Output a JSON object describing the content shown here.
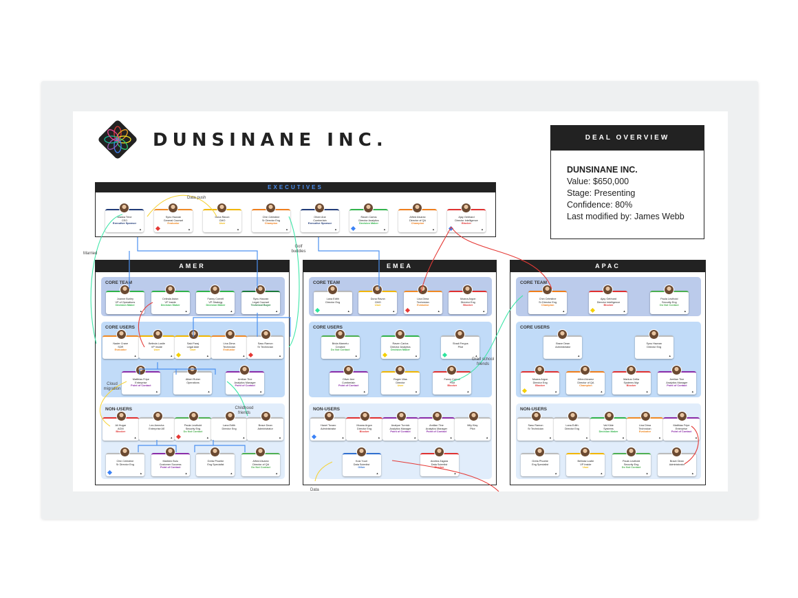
{
  "brand": {
    "name": "DUNSINANE INC."
  },
  "deal": {
    "header": "DEAL OVERVIEW",
    "company": "DUNSINANE INC.",
    "value": "Value: $650,000",
    "stage": "Stage: Presenting",
    "confidence": "Confidence: 80%",
    "modified": "Last modified by: James Webb"
  },
  "roles": {
    "Executive Sponsor": "#1f3a78",
    "Evaluator": "#f08a24",
    "User": "#f2b600",
    "Champion": "#f07d1a",
    "Decision Maker": "#2fb34a",
    "Blocker": "#e0302f",
    "Technical Buyer": "#1c7a3a",
    "Point of Contact": "#8a2ba8",
    "Do Not Contact": "#4caf50",
    "Other": "#2f6fd0",
    "": "#bbbbbb"
  },
  "markers": {
    "red": "#e53935",
    "blue": "#3b82f6",
    "yellow": "#f5d000",
    "green": "#2ee59d"
  },
  "executives": {
    "title": "EXECUTIVES",
    "cards": [
      {
        "name": "Alaska Trine",
        "title": "CEO",
        "role": "Executive Sponsor"
      },
      {
        "name": "Synu Hazzan",
        "title": "General Counsel",
        "role": "Evaluator",
        "marker": "red"
      },
      {
        "name": "Dona Ravon",
        "title": "CMO",
        "role": "User"
      },
      {
        "name": "Chin Celestine",
        "title": "Sr Director Eng",
        "role": "Champion"
      },
      {
        "name": "Oliver Ane",
        "title": "Cumberlain",
        "role": "Executive Sponsor"
      },
      {
        "name": "Raven Carlos",
        "title": "Director Analytics",
        "role": "Decision Maker",
        "marker": "blue"
      },
      {
        "name": "Alfred Alvarez",
        "title": "Director of QA",
        "role": "Champion"
      },
      {
        "name": "Ajay Gebhard",
        "title": "Director Intelligence",
        "role": "Blocker",
        "marker": "blue"
      }
    ]
  },
  "regions": [
    {
      "title": "AMER",
      "sections": [
        {
          "title": "CORE TEAM",
          "rows": [
            [
              {
                "name": "Joanne Burley",
                "title": "VP of Operations",
                "role": "Decision Maker"
              },
              {
                "name": "Celinda Aston",
                "title": "VP Inside",
                "role": "Decision Maker"
              },
              {
                "name": "Fanny Cornell",
                "title": "VP Strategy",
                "role": "Decision Maker"
              },
              {
                "name": "Synu Hazzan",
                "title": "Legal Counsel",
                "role": "Technical Buyer"
              }
            ]
          ]
        },
        {
          "title": "CORE USERS",
          "rows": [
            [
              {
                "name": "Nader Crane",
                "title": "SDR",
                "role": "Evaluator"
              },
              {
                "name": "Belinda Lustle",
                "title": "VP Inside",
                "role": "User"
              },
              {
                "name": "Said Faraj",
                "title": "Legal Aide",
                "role": "User",
                "marker": "yellow"
              },
              {
                "name": "Lina Dima",
                "title": "Technician",
                "role": "Evaluator"
              },
              {
                "name": "Sasu Ramon",
                "title": "Sr Technician",
                "role": "",
                "marker": "red"
              }
            ],
            [
              {
                "name": "Matthias Fripe",
                "title": "Enterprise",
                "role": "Point of Contact"
              },
              {
                "name": "Albert Ruher",
                "title": "Operations",
                "role": ""
              },
              {
                "name": "Amilian Tine",
                "title": "Analytics Manager",
                "role": "Point of Contact"
              }
            ]
          ]
        },
        {
          "title": "NON-USERS",
          "rows": [
            [
              {
                "name": "Ali Hugar",
                "title": "AGM",
                "role": "Blocker"
              },
              {
                "name": "Leo Amecha",
                "title": "Enterprise AE",
                "role": ""
              },
              {
                "name": "Paula Leuthold",
                "title": "Security Eng",
                "role": "Do Not Contact",
                "marker": "red"
              },
              {
                "name": "Lana Edith",
                "title": "Director Eng",
                "role": ""
              },
              {
                "name": "Brave Dean",
                "title": "Administrator",
                "role": ""
              }
            ],
            [
              {
                "name": "Chin Celestine",
                "title": "Sr Director Eng",
                "role": "",
                "marker": "blue"
              },
              {
                "name": "Marleen Bulu",
                "title": "Customer Success",
                "role": "Point of Contact"
              },
              {
                "name": "Greta Phoebe",
                "title": "Eng Specialist",
                "role": ""
              },
              {
                "name": "Alfred Alvarez",
                "title": "Director of QA",
                "role": "Do Not Contact"
              }
            ]
          ]
        }
      ]
    },
    {
      "title": "EMEA",
      "sections": [
        {
          "title": "CORE TEAM",
          "rows": [
            [
              {
                "name": "Lana Edith",
                "title": "Director Eng",
                "role": "",
                "marker": "green"
              },
              {
                "name": "Dona Ravon",
                "title": "CMO",
                "role": "User"
              },
              {
                "name": "Lina Dima",
                "title": "Technician",
                "role": "Evaluator",
                "marker": "red"
              },
              {
                "name": "Moana Argon",
                "title": "Director Eng",
                "role": "Blocker"
              }
            ]
          ]
        },
        {
          "title": "CORE USERS",
          "rows": [
            [
              {
                "name": "Brida Marnetu",
                "title": "Creative",
                "role": "Do Not Contact"
              },
              {
                "name": "Raven Carlos",
                "title": "Director Analytics",
                "role": "Decision Maker",
                "marker": "yellow"
              },
              {
                "name": "Shadi Fergus",
                "title": "Pilot",
                "role": "",
                "marker": "green"
              }
            ],
            [
              {
                "name": "Oliver Ane",
                "title": "Cumberlain",
                "role": "Point of Contact"
              },
              {
                "name": "Rugen Was",
                "title": "Director",
                "role": "User"
              },
              {
                "name": "Fanny Cornell",
                "title": "Pilot",
                "role": "Blocker"
              }
            ]
          ]
        },
        {
          "title": "NON-USERS",
          "rows": [
            [
              {
                "name": "Hanel Tovaro",
                "title": "Administrator",
                "role": "",
                "marker": "blue"
              },
              {
                "name": "Moana Argon",
                "title": "Director Eng",
                "role": "Blocker"
              },
              {
                "name": "Analyse Turnick",
                "title": "Analytics Manager",
                "role": "Point of Contact"
              },
              {
                "name": "Amilian Tine",
                "title": "Analytics Manager",
                "role": "Point of Contact"
              },
              {
                "name": "Mily Klay",
                "title": "Pilot",
                "role": ""
              }
            ],
            [
              {
                "name": "Kosi Yuuri",
                "title": "Data Scientist",
                "role": "Other"
              },
              {
                "name": "Andrea Zagara",
                "title": "Data Scientist",
                "role": "Blocker"
              }
            ]
          ]
        }
      ]
    },
    {
      "title": "APAC",
      "sections": [
        {
          "title": "CORE TEAM",
          "rows": [
            [
              {
                "name": "Chin Celestine",
                "title": "Sr Director Eng",
                "role": "Champion"
              },
              {
                "name": "Ajay Gebhard",
                "title": "Director Intelligence",
                "role": "Blocker",
                "marker": "yellow"
              },
              {
                "name": "Paula Leuthold",
                "title": "Security Eng",
                "role": "Do Not Contact"
              }
            ]
          ]
        },
        {
          "title": "CORE USERS",
          "rows": [
            [
              {
                "name": "Brave Dean",
                "title": "Administrator",
                "role": ""
              },
              {
                "name": "Synu Hazzan",
                "title": "Director Eng",
                "role": ""
              }
            ],
            [
              {
                "name": "Moana Argon",
                "title": "Director Eng",
                "role": "Blocker",
                "marker": "yellow"
              },
              {
                "name": "Alfred Alvarez",
                "title": "Director of QA",
                "role": "Champion"
              },
              {
                "name": "Markus Cellia",
                "title": "Systems Mgr",
                "role": "Blocker"
              },
              {
                "name": "Amilian Tine",
                "title": "Analytics Manager",
                "role": "Point of Contact"
              }
            ]
          ]
        },
        {
          "title": "NON-USERS",
          "rows": [
            [
              {
                "name": "Sasu Ramon",
                "title": "Sr Technician",
                "role": ""
              },
              {
                "name": "Lana Edith",
                "title": "Director Eng",
                "role": ""
              },
              {
                "name": "Val Kilde",
                "title": "Systems",
                "role": "Decision Maker"
              },
              {
                "name": "Lina Dima",
                "title": "Technician",
                "role": "Evaluator"
              },
              {
                "name": "Matthias Fripe",
                "title": "Enterprise",
                "role": "Point of Contact"
              }
            ],
            [
              {
                "name": "Greta Phoebe",
                "title": "Eng Specialist",
                "role": ""
              },
              {
                "name": "Belinda Lustle",
                "title": "VP Inside",
                "role": "User"
              },
              {
                "name": "Paula Leuthold",
                "title": "Security Eng",
                "role": "Do Not Contact"
              },
              {
                "name": "Brave Dean",
                "title": "Administrator",
                "role": ""
              }
            ]
          ]
        }
      ]
    }
  ],
  "notes": {
    "data_push": "Data push",
    "married": "Married",
    "golf": "Golf buddies",
    "cloud": "Cloud migration",
    "childhood": "Childhood friends",
    "grad": "Grad school friends",
    "data": "Data"
  }
}
